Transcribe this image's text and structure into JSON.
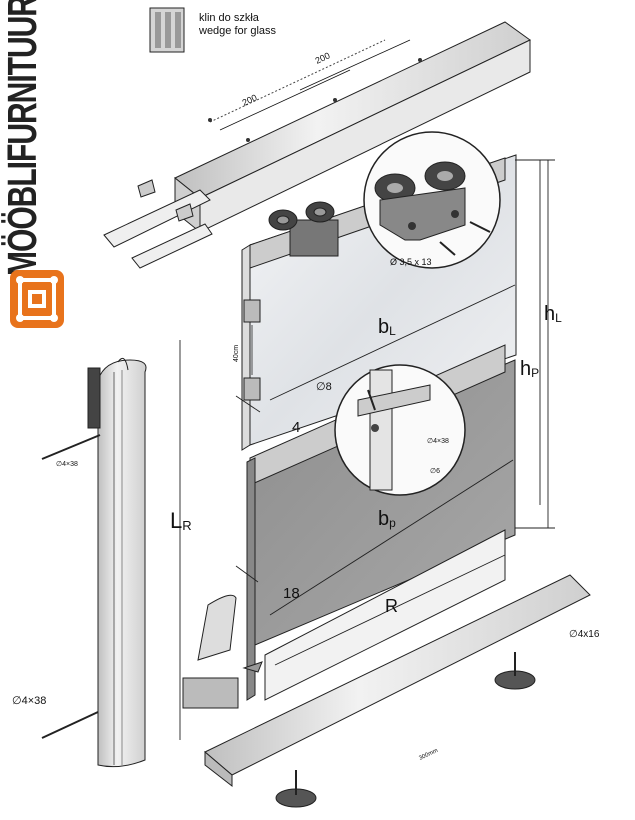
{
  "brand": {
    "name": "MÖÖBLIFURNITUUR",
    "logo_color": "#e8731c"
  },
  "wedge_label": {
    "line1": "klin do szkła",
    "line2": "wedge for glass"
  },
  "dimensions": {
    "rail_spacing_1": "200",
    "rail_spacing_2": "200",
    "b_l": "b",
    "b_l_sub": "L",
    "b_p": "b",
    "b_p_sub": "p",
    "h_l": "h",
    "h_l_sub": "L",
    "h_p": "h",
    "h_p_sub": "P",
    "l_r": "L",
    "l_r_sub": "R",
    "r": "R",
    "thickness_4": "4",
    "thickness_18": "18",
    "dia_8": "∅8",
    "screw_top": "Ø 3,5 x 13",
    "screw_inset": "∅4×38",
    "dia_6": "∅6",
    "spacing_40cm": "40cm",
    "handle_screw_top": "∅4×38",
    "handle_screw_bottom": "∅4×38",
    "floor_screw": "∅4x16",
    "bottom_rail_len": "300mm"
  },
  "colors": {
    "panel_glass": "#e4e6e9",
    "panel_solid": "#9c9c9c",
    "metal": "#d9d9d9",
    "outline": "#222222",
    "accent": "#e8731c"
  }
}
